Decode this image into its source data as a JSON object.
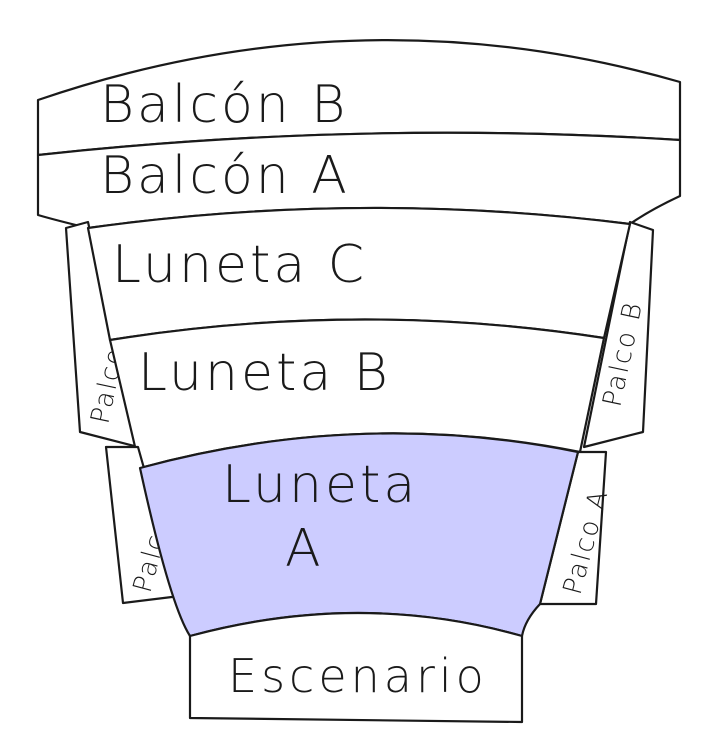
{
  "sections": {
    "balcon_b": {
      "label": "Balcón B",
      "fill": "#ffffff"
    },
    "balcon_a": {
      "label": "Balcón A",
      "fill": "#ffffff"
    },
    "luneta_c": {
      "label": "Luneta C",
      "fill": "#ffffff"
    },
    "luneta_b": {
      "label": "Luneta B",
      "fill": "#ffffff"
    },
    "luneta_a": {
      "label_line1": "Luneta",
      "label_line2": "A",
      "fill": "#ccccff",
      "selected": true
    },
    "palco_b_left": {
      "label": "Palco B",
      "fill": "#ffffff"
    },
    "palco_b_right": {
      "label": "Palco B",
      "fill": "#ffffff"
    },
    "palco_a_left": {
      "label": "Palco A",
      "fill": "#ffffff"
    },
    "palco_a_right": {
      "label": "Palco A",
      "fill": "#ffffff"
    },
    "escenario": {
      "label": "Escenario",
      "fill": "#ffffff"
    }
  },
  "colors": {
    "outline": "#1a1a1a",
    "highlight": "#ccccff",
    "background": "#ffffff"
  }
}
